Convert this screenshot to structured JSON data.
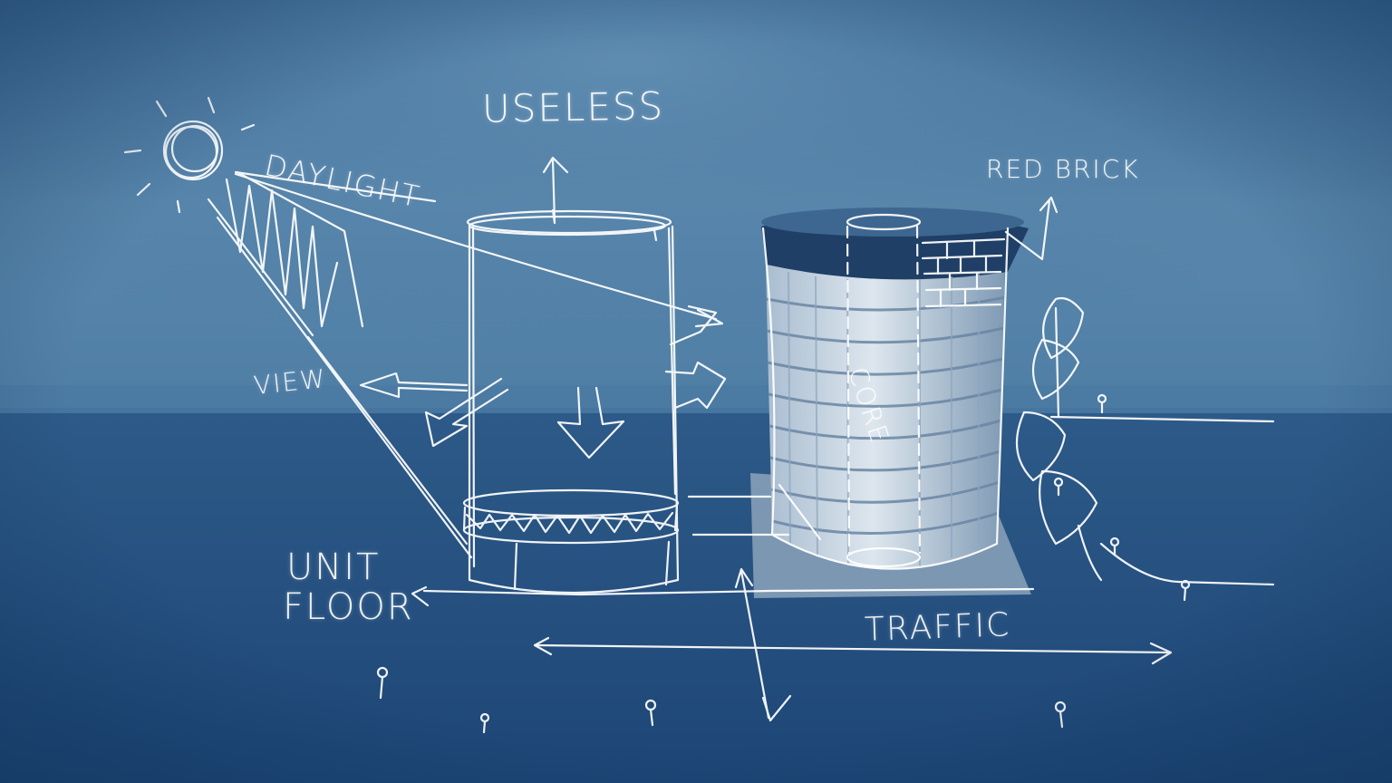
{
  "labels": {
    "useless": "USELESS",
    "daylight": "DAYLIGHT",
    "red_brick": "RED BRICK",
    "view": "VIEW",
    "core": "CORE",
    "unit": "UNIT",
    "floor": "FLOOR",
    "traffic": "TRAFFIC"
  },
  "colors": {
    "wall": "#4f7fa5",
    "floor": "#224d7d",
    "sketch_line": "#ffffff",
    "model": "#cfd9e3"
  }
}
